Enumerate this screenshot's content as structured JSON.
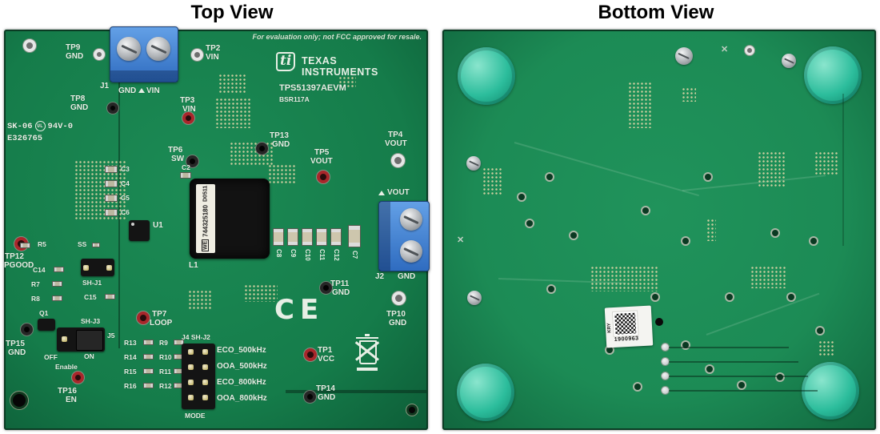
{
  "titles": {
    "top_view": "Top View",
    "bottom_view": "Bottom View"
  },
  "colors": {
    "board-green": "#157c4a",
    "board-green2": "#1c8b55",
    "silk": "#e7efe5",
    "tp-red": "#a8272b",
    "terminal-blue": "#3d7ed2",
    "bumper-teal": "#2cbd9c",
    "pad-gold": "#d8d2a4"
  },
  "top_board": {
    "eval_notice": "For evaluation only; not FCC approved for resale.",
    "brand": {
      "logo": "ti",
      "line1": "Texas",
      "line2": "Instruments",
      "model": "TPS51397AEVM",
      "rev": "BSR117A"
    },
    "silkscreen": {
      "vendor_code": "SK-06",
      "ul_mark": "UL",
      "ul_text": "94V-0",
      "file_number": "E326765"
    },
    "j1": {
      "ref": "J1",
      "pin1": "GND",
      "pin2": "VIN"
    },
    "j2": {
      "ref": "J2",
      "gnd": "GND",
      "vout": "VOUT"
    },
    "enable_header": {
      "ref": "J5",
      "off": "OFF",
      "on": "ON",
      "label": "Enable"
    },
    "jumpers": {
      "shj1": "SH-J1",
      "shj3": "SH-J3",
      "j4": "J4 SH-J2",
      "mode": "MODE"
    },
    "mode_options": [
      "ECO_500kHz",
      "OOA_500kHz",
      "ECO_800kHz",
      "OOA_800kHz"
    ],
    "inductor": {
      "ref": "L1",
      "mfr": "WE",
      "part": "744325180",
      "date": "D0511"
    },
    "ce_mark": "CE",
    "refs": {
      "u1": "U1",
      "q1": "Q1",
      "ss": "SS",
      "c2": "C2",
      "c3": "C3",
      "c4": "C4",
      "c5": "C5",
      "c6": "C6",
      "c7": "C7",
      "c8": "C8",
      "c9": "C9",
      "c10": "C10",
      "c11": "C11",
      "c12": "C12",
      "c14": "C14",
      "c15": "C15",
      "r5": "R5",
      "r7": "R7",
      "r8": "R8",
      "r9": "R9",
      "r10": "R10",
      "r11": "R11",
      "r12": "R12",
      "r13": "R13",
      "r14": "R14",
      "r15": "R15",
      "r16": "R16"
    },
    "test_points": [
      {
        "id": "TP1",
        "net": "VCC"
      },
      {
        "id": "TP2",
        "net": "VIN"
      },
      {
        "id": "TP3",
        "net": "VIN"
      },
      {
        "id": "TP4",
        "net": "VOUT"
      },
      {
        "id": "TP5",
        "net": "VOUT"
      },
      {
        "id": "TP6",
        "net": "SW"
      },
      {
        "id": "TP7",
        "net": "LOOP"
      },
      {
        "id": "TP8",
        "net": "GND"
      },
      {
        "id": "TP9",
        "net": "GND"
      },
      {
        "id": "TP10",
        "net": "GND"
      },
      {
        "id": "TP11",
        "net": "GND"
      },
      {
        "id": "TP12",
        "net": "PGOOD"
      },
      {
        "id": "TP13",
        "net": "GND"
      },
      {
        "id": "TP14",
        "net": "GND"
      },
      {
        "id": "TP15",
        "net": "GND"
      },
      {
        "id": "TP16",
        "net": "EN"
      }
    ]
  },
  "bottom_board": {
    "label": {
      "vendor": "KRY",
      "serial": "1900963"
    }
  }
}
